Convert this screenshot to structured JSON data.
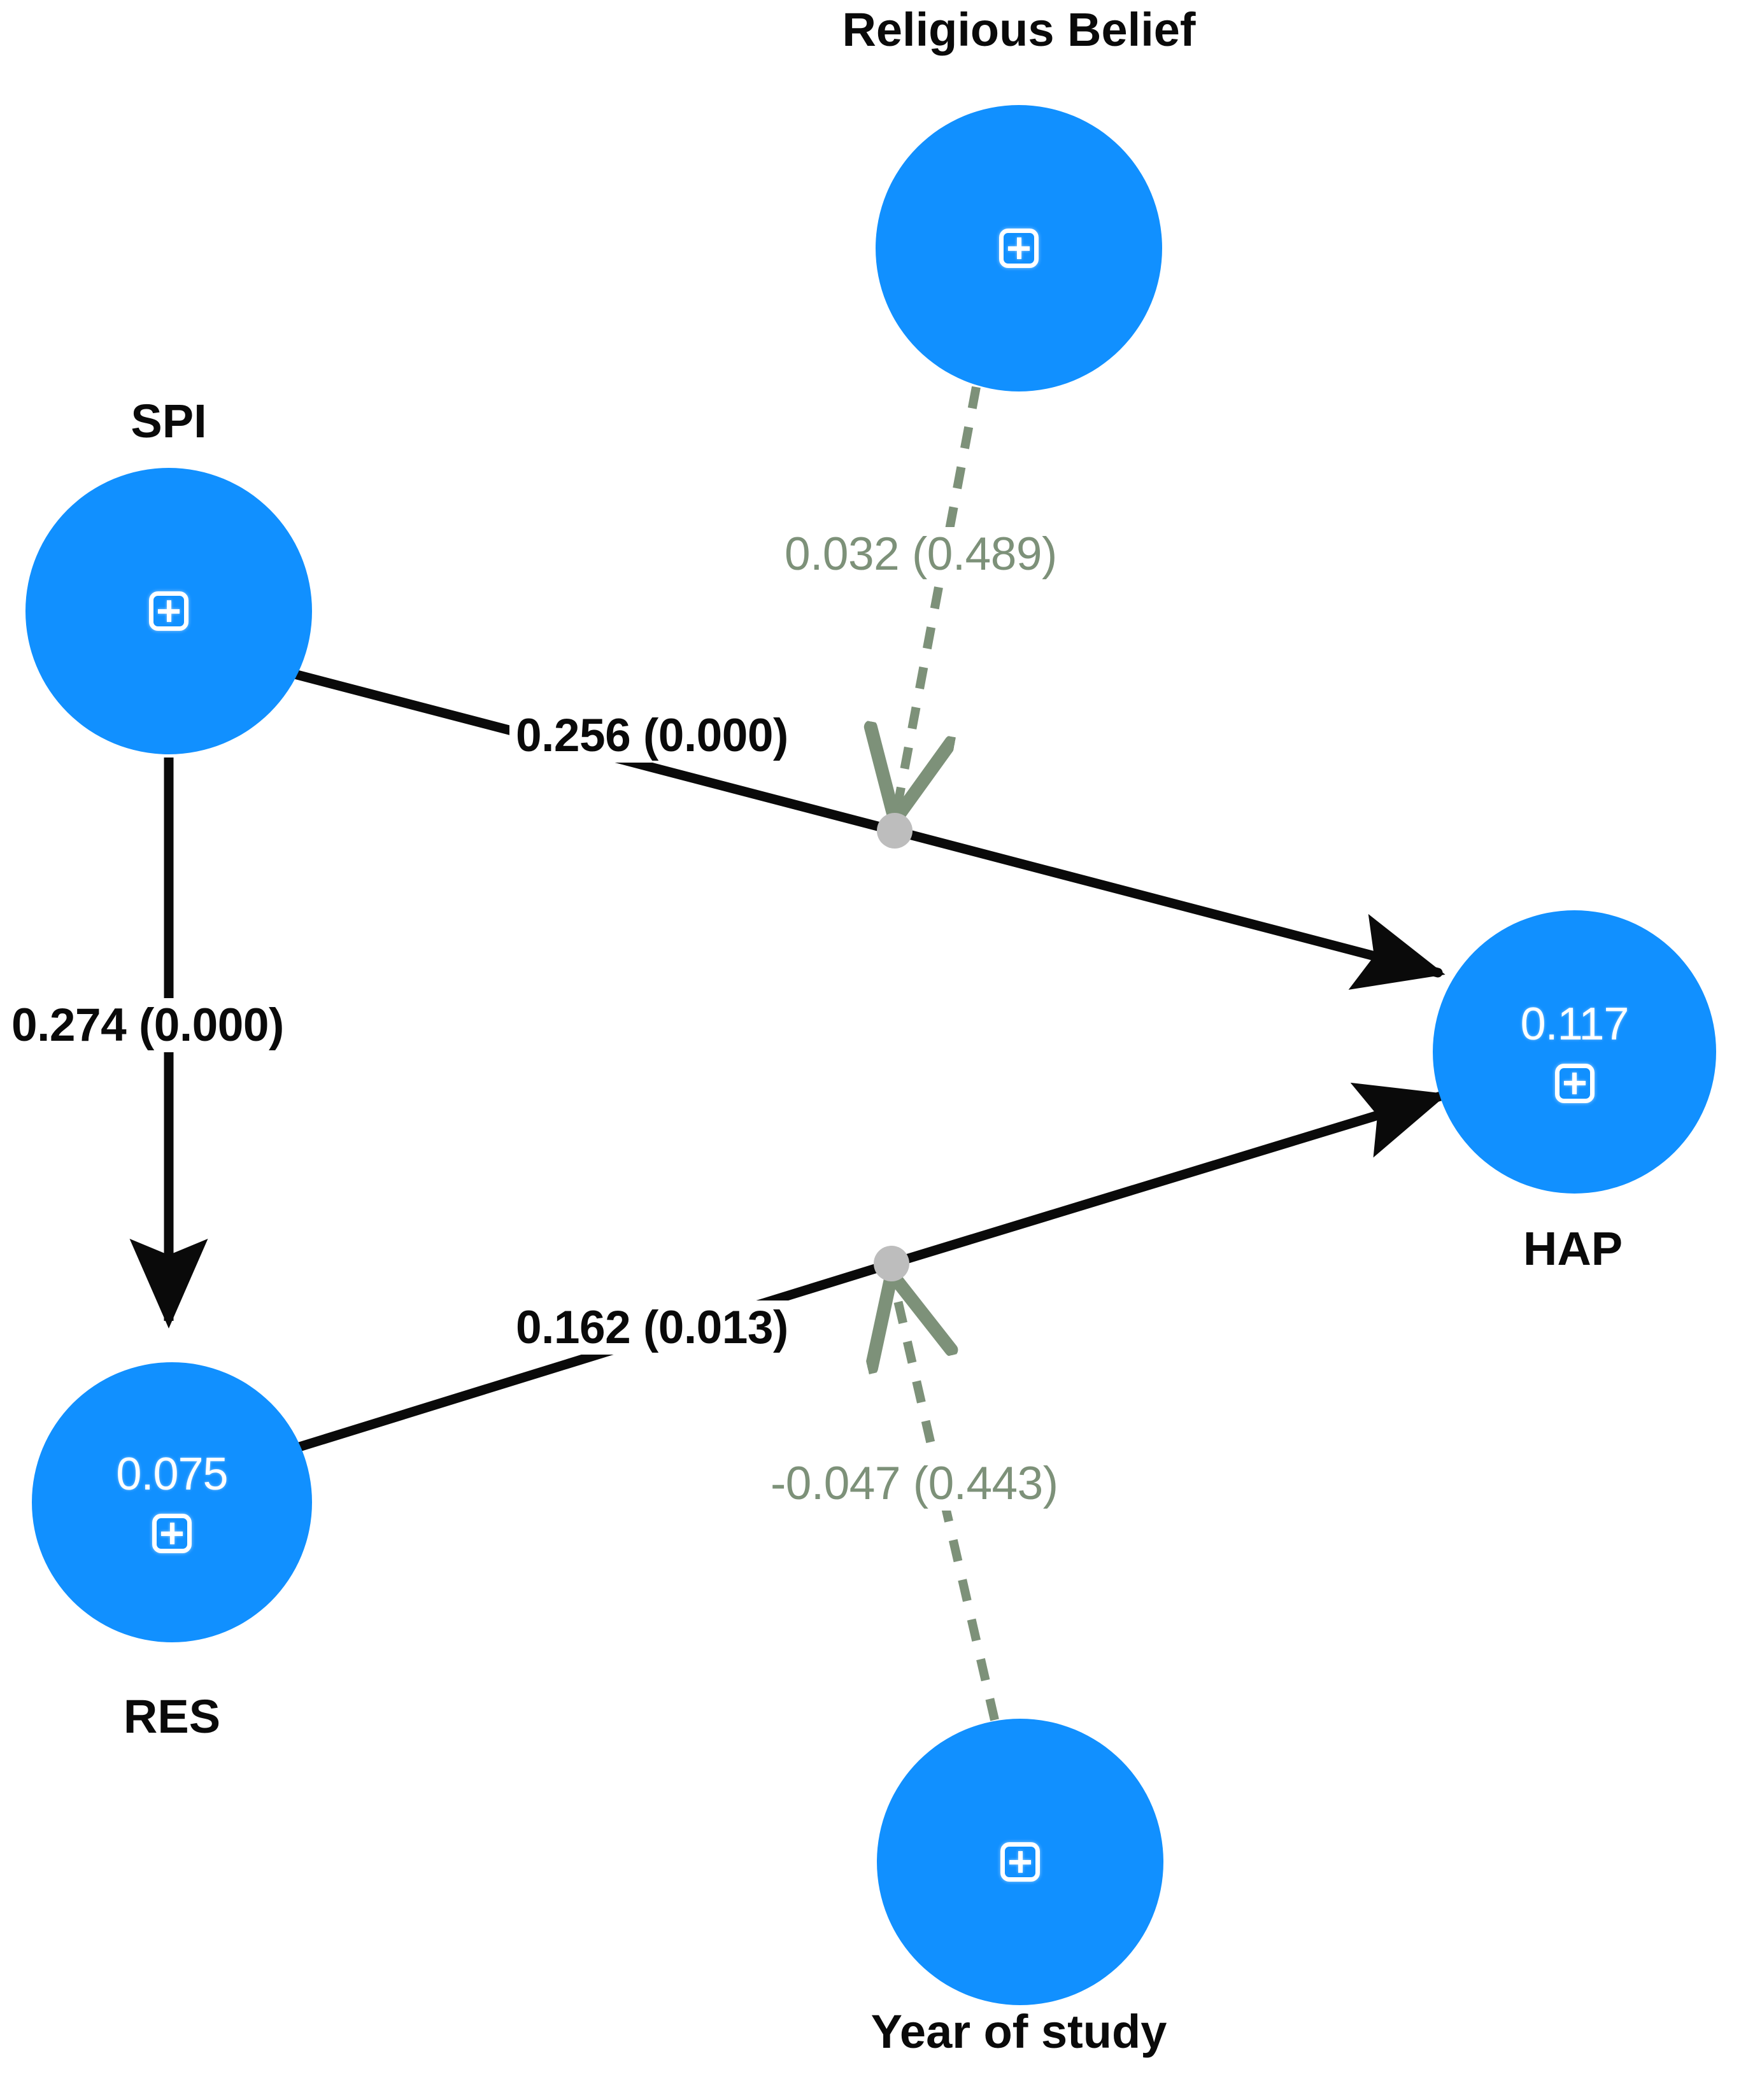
{
  "diagram": {
    "type": "sem-path-diagram",
    "background_color": "#ffffff",
    "node_color": "#1190FF",
    "direct_path_color": "#0a0a0a",
    "moderation_path_color": "#7d9179",
    "moderator_dot_color": "#bdbdbd"
  },
  "nodes": [
    {
      "id": "religious_belief",
      "label": "Religious Belief",
      "role": "moderator",
      "r2": "",
      "icon": "construct-plus-icon",
      "label_position": "above"
    },
    {
      "id": "spi",
      "label": "SPI",
      "role": "exogenous",
      "r2": "",
      "icon": "construct-plus-icon",
      "label_position": "above"
    },
    {
      "id": "res",
      "label": "RES",
      "role": "mediator",
      "r2": "0.075",
      "icon": "construct-plus-icon",
      "label_position": "below"
    },
    {
      "id": "hap",
      "label": "HAP",
      "role": "endogenous",
      "r2": "0.117",
      "icon": "construct-plus-icon",
      "label_position": "below"
    },
    {
      "id": "year_of_study",
      "label": "Year of study",
      "role": "moderator",
      "r2": "",
      "icon": "construct-plus-icon",
      "label_position": "below"
    }
  ],
  "edges": [
    {
      "id": "spi_to_hap",
      "from": "spi",
      "to": "hap",
      "label": "0.256 (0.000)",
      "coefficient": 0.256,
      "p_value": 0.0,
      "style": "solid",
      "significant": true
    },
    {
      "id": "spi_to_res",
      "from": "spi",
      "to": "res",
      "label": "0.274 (0.000)",
      "coefficient": 0.274,
      "p_value": 0.0,
      "style": "solid",
      "significant": true
    },
    {
      "id": "res_to_hap",
      "from": "res",
      "to": "hap",
      "label": "0.162 (0.013)",
      "coefficient": 0.162,
      "p_value": 0.013,
      "style": "solid",
      "significant": true
    },
    {
      "id": "relbelief_moderates_spi_hap",
      "from": "religious_belief",
      "to": "spi_to_hap",
      "label": "0.032 (0.489)",
      "coefficient": 0.032,
      "p_value": 0.489,
      "style": "dashed",
      "significant": false
    },
    {
      "id": "yearofstudy_moderates_res_hap",
      "from": "year_of_study",
      "to": "res_to_hap",
      "label": "-0.047 (0.443)",
      "coefficient": -0.047,
      "p_value": 0.443,
      "style": "dashed",
      "significant": false
    }
  ]
}
